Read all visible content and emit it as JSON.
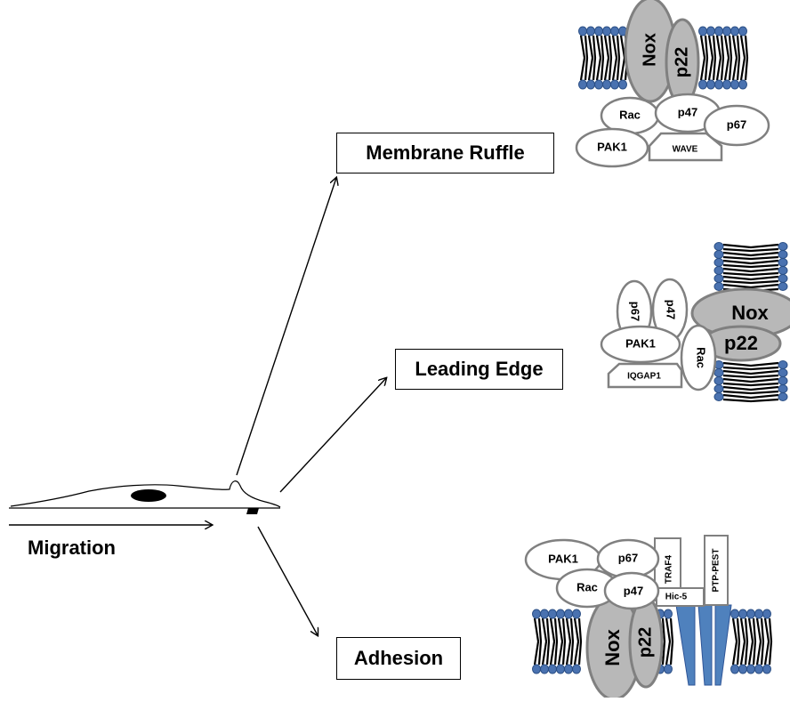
{
  "labels": {
    "membrane_ruffle": "Membrane Ruffle",
    "leading_edge": "Leading Edge",
    "adhesion": "Adhesion",
    "migration": "Migration"
  },
  "ruffle_complex": {
    "nox": "Nox",
    "p22": "p22",
    "rac": "Rac",
    "p47": "p47",
    "p67": "p67",
    "pak1": "PAK1",
    "wave": "WAVE"
  },
  "edge_complex": {
    "nox": "Nox",
    "p22": "p22",
    "p67": "p67",
    "p47": "p47",
    "pak1": "PAK1",
    "rac": "Rac",
    "iqgap1": "IQGAP1"
  },
  "adhesion_complex": {
    "pak1": "PAK1",
    "p67": "p67",
    "rac": "Rac",
    "p47": "p47",
    "traf4": "TRAF4",
    "hic5": "Hic-5",
    "ptp_pest": "PTP-PEST",
    "nox": "Nox",
    "p22": "p22"
  },
  "colors": {
    "lipid_head": "#4a72b0",
    "protein_grey": "#b8b8b8",
    "outline_grey": "#808080",
    "integrin_blue": "#4f81bd"
  }
}
